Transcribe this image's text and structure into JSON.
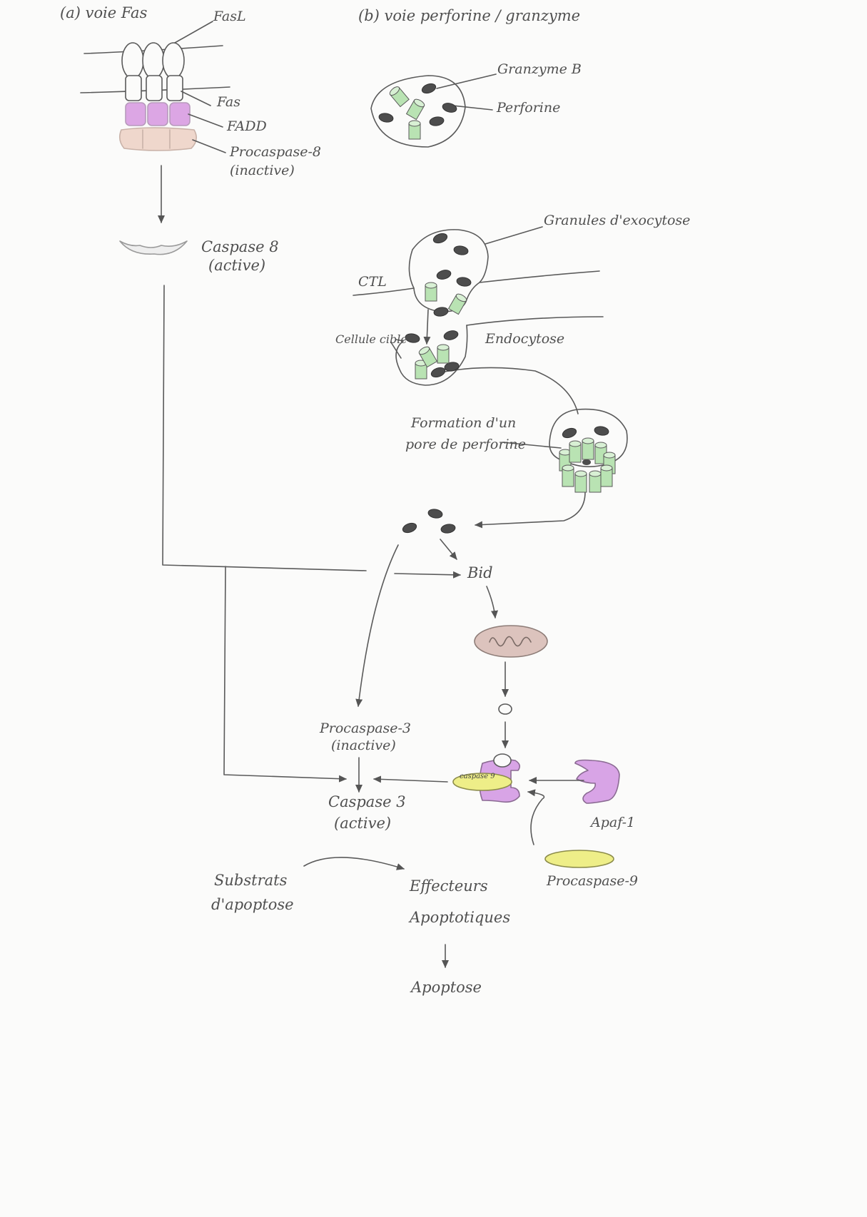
{
  "panel_a": {
    "title": "(a) voie Fas",
    "fasl": "FasL",
    "fas": "Fas",
    "fadd": "FADD",
    "procaspase8_line1": "Procaspase-8",
    "procaspase8_line2": "(inactive)",
    "caspase8_line1": "Caspase 8",
    "caspase8_line2": "(active)"
  },
  "panel_b": {
    "title": "(b) voie perforine / granzyme",
    "granzyme": "Granzyme B",
    "perforine": "Perforine",
    "granules": "Granules d'exocytose",
    "ctl": "CTL",
    "cellule_cible": "Cellule cible",
    "endocytose": "Endocytose",
    "pore_line1": "Formation d'un",
    "pore_line2": "pore de perforine"
  },
  "pathway": {
    "bid": "Bid",
    "procaspase3_line1": "Procaspase-3",
    "procaspase3_line2": "(inactive)",
    "caspase3_line1": "Caspase 3",
    "caspase3_line2": "(active)",
    "caspase9_badge": "caspase 9",
    "apaf1": "Apaf-1",
    "procaspase9": "Procaspase-9",
    "substrats_line1": "Substrats",
    "substrats_line2": "d'apoptose",
    "effecteurs_line1": "Effecteurs",
    "effecteurs_line2": "Apoptotiques",
    "apoptose": "Apoptose"
  },
  "colors": {
    "perforin_green": "#b9e3b3",
    "fadd_purple": "#dca6e4",
    "apaf_purple": "#d8a4e6",
    "procaspase_peach": "#efd7cc",
    "caspase9_yellow": "#eeee88",
    "mito_fill": "#dcc3bd",
    "granzyme_dark": "#4d4d4d",
    "pencil": "#5a5a5a"
  }
}
